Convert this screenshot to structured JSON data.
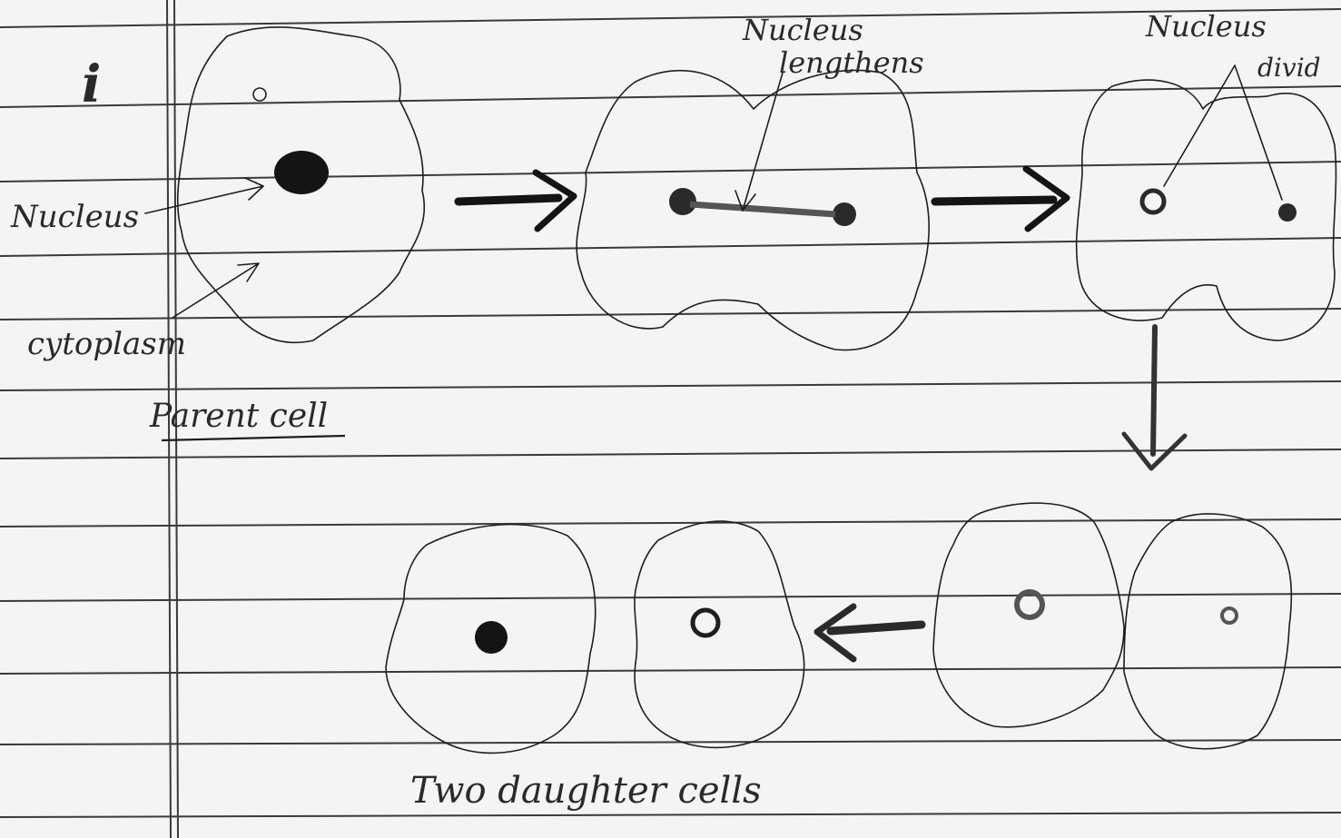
{
  "diagram": {
    "item_number": "i",
    "labels": {
      "nucleus": "Nucleus",
      "cytoplasm": "cytoplasm",
      "parent_cell": "Parent cell",
      "nucleus_lengthens_line1": "Nucleus",
      "nucleus_lengthens_line2": "lengthens",
      "nucleus_divides_line1": "Nucleus",
      "nucleus_divides_line2": "divid",
      "daughter_cells": "Two daughter cells"
    }
  },
  "colors": {
    "ink": "#1e1e1e",
    "paper": "#f4f4f2",
    "rule": "#3a3a3a"
  }
}
